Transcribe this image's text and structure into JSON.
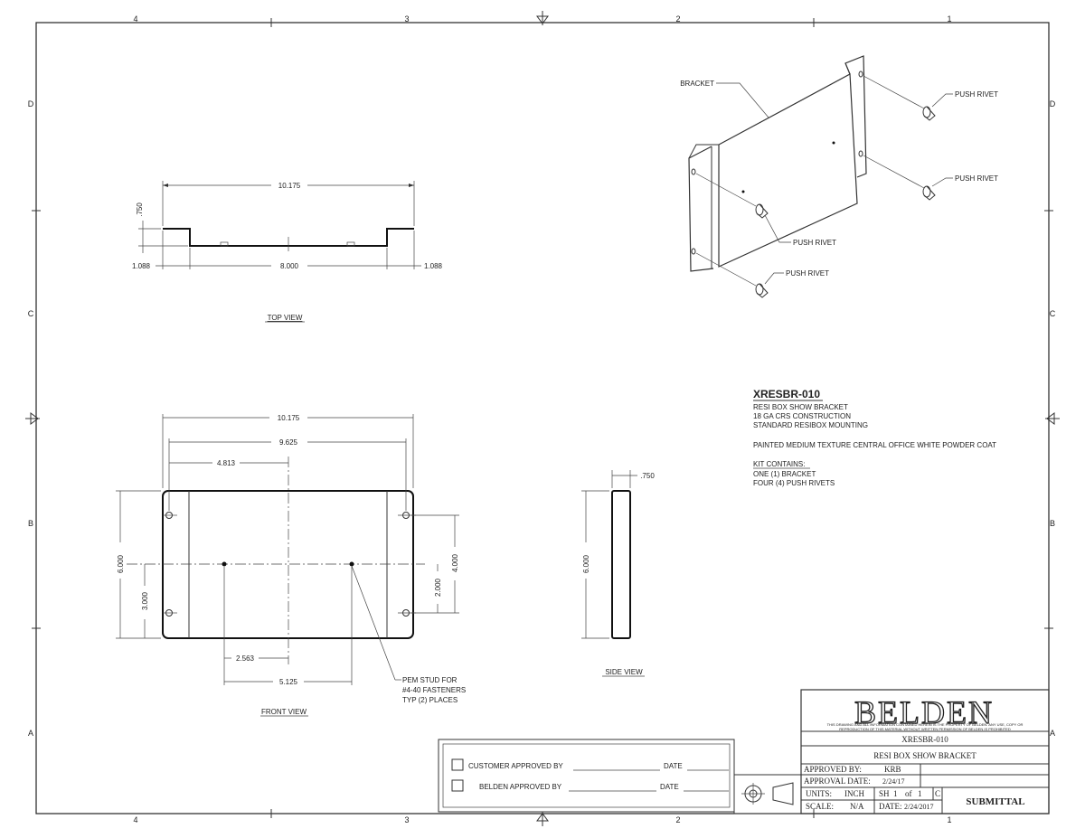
{
  "grid": {
    "columns": [
      "4",
      "3",
      "2",
      "1"
    ],
    "rows": [
      "D",
      "C",
      "B",
      "A"
    ]
  },
  "top_view": {
    "title": "TOP VIEW",
    "dim_overall": "10.175",
    "dim_height": ".750",
    "dim_left": "1.088",
    "dim_mid": "8.000",
    "dim_right": "1.088"
  },
  "front_view": {
    "title": "FRONT VIEW",
    "dim_overall": "10.175",
    "dim_holes": "9.625",
    "dim_center": "4.813",
    "dim_height": "6.000",
    "dim_half": "3.000",
    "dim_holes_v": "4.000",
    "dim_half_v": "2.000",
    "dim_stud1": "2.563",
    "dim_stud2": "5.125",
    "note_line1": "PEM STUD FOR",
    "note_line2": "#4-40 FASTENERS",
    "note_line3": "TYP (2) PLACES"
  },
  "side_view": {
    "title": "SIDE VIEW",
    "dim_thickness": ".750",
    "dim_height": "6.000"
  },
  "iso_view": {
    "bracket_label": "BRACKET",
    "rivet_label": "PUSH RIVET"
  },
  "notes": {
    "part_number": "XRESBR-010",
    "line1": "RESI BOX SHOW BRACKET",
    "line2": "18 GA CRS CONSTRUCTION",
    "line3": "STANDARD RESIBOX MOUNTING",
    "finish": "PAINTED MEDIUM TEXTURE CENTRAL OFFICE WHITE POWDER COAT",
    "kit_title": "KIT CONTAINS:",
    "kit_item1": "ONE (1) BRACKET",
    "kit_item2": "FOUR (4) PUSH RIVETS"
  },
  "approval": {
    "customer_label": "CUSTOMER APPROVED BY",
    "belden_label": "BELDEN APPROVED BY",
    "date_label": "DATE"
  },
  "title_block": {
    "logo": "BELDEN",
    "disclaimer_line1": "THIS DRAWING AND ALL INFORMATION CONTAINED HEREIN IS THE PROPERTY OF BELDEN. ANY USE, COPY OR",
    "disclaimer_line2": "REPRODUCTION OF THIS MATERIAL WITHOUT WRITTEN PERMISSION OF BELDEN IS PROHIBITED",
    "part_number": "XRESBR-010",
    "description": "RESI BOX SHOW BRACKET",
    "approved_by_label": "APPROVED BY:",
    "approved_by": "KRB",
    "approval_date_label": "APPROVAL DATE:",
    "approval_date": "2/24/17",
    "units_label": "UNITS:",
    "units": "INCH",
    "sheet_label": "SH",
    "sheet": "1",
    "sheet_of": "of",
    "sheet_total": "1",
    "rev": "C",
    "scale_label": "SCALE:",
    "scale": "N/A",
    "date_label": "DATE:",
    "date": "2/24/2017",
    "status": "SUBMITTAL"
  }
}
